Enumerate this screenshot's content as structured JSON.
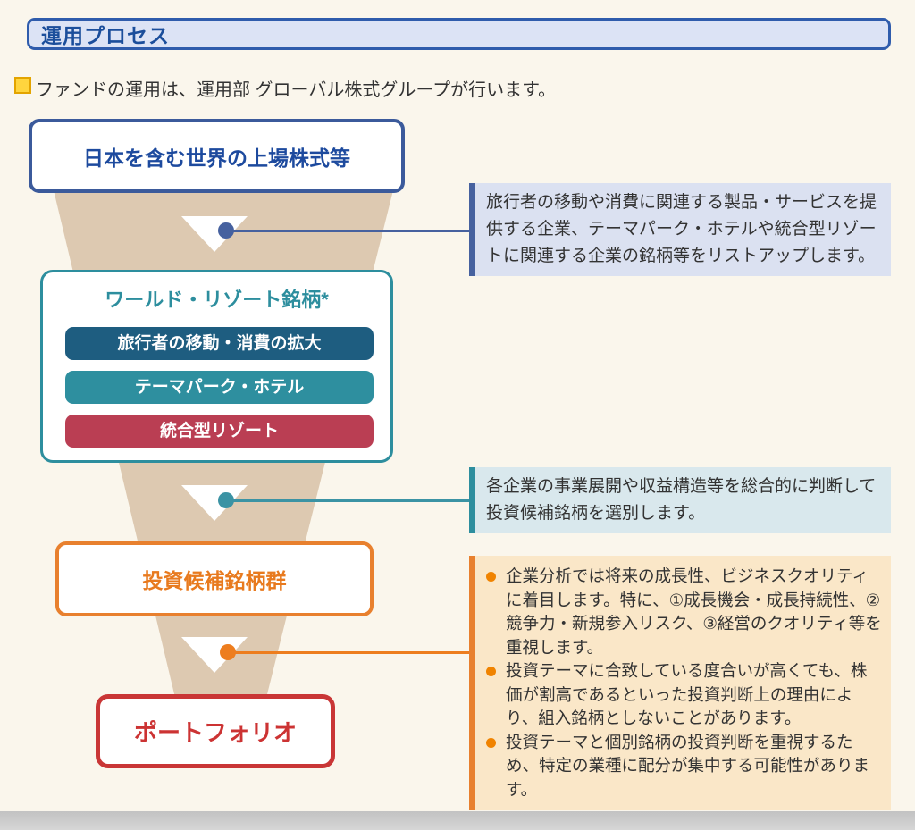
{
  "header": {
    "title": "運用プロセス"
  },
  "intro": {
    "text": "ファンドの運用は、運用部 グローバル株式グループが行います。"
  },
  "funnel": {
    "universe_label": "日本を含む世界の上場株式等",
    "world_resort": {
      "title": "ワールド・リゾート銘柄*",
      "bars": [
        {
          "label": "旅行者の移動・消費の拡大",
          "color": "#1e5d80"
        },
        {
          "label": "テーマパーク・ホテル",
          "color": "#2e8f9f"
        },
        {
          "label": "統合型リゾート",
          "color": "#ba3e53"
        }
      ]
    },
    "candidate_label": "投資候補銘柄群",
    "portfolio_label": "ポートフォリオ"
  },
  "callouts": [
    {
      "text": "旅行者の移動や消費に関連する製品・サービスを提供する企業、テーマパーク・ホテルや統合型リゾートに関連する企業の銘柄等をリストアップします。",
      "accent": "#46619f",
      "bg": "#dbe1f1"
    },
    {
      "text": "各企業の事業展開や収益構造等を総合的に判断して投資候補銘柄を選別します。",
      "accent": "#2d8e9e",
      "bg": "#d9e8ed"
    },
    {
      "bullets": [
        "企業分析では将来の成長性、ビジネスクオリティに着目します。特に、①成長機会・成長持続性、②競争力・新規参入リスク、③経営のクオリティ等を重視します。",
        "投資テーマに合致している度合いが高くても、株価が割高であるといった投資判断上の理由により、組入銘柄としないことがあります。",
        "投資テーマと個別銘柄の投資判断を重視するため、特定の業種に配分が集中する可能性があります。"
      ],
      "accent": "#e8802e",
      "bg": "#fae7c8",
      "bullet_color": "#f08300"
    }
  ],
  "colors": {
    "background": "#faf6ec",
    "header_fill": "#dce3f5",
    "header_border": "#2f5cac",
    "header_text": "#1b4e9b",
    "funnel": "#ddc9b1",
    "universe_border": "#3b5a9b",
    "teal": "#2d8e9e",
    "orange": "#e8802e",
    "portfolio_red": "#c93636",
    "yellow_marker": "#ffd53e",
    "connector_slate": "#46619f",
    "connector_teal": "#3b93a4",
    "connector_orange": "#ed7d1e",
    "bottom_bar": "#c9c9c9"
  }
}
